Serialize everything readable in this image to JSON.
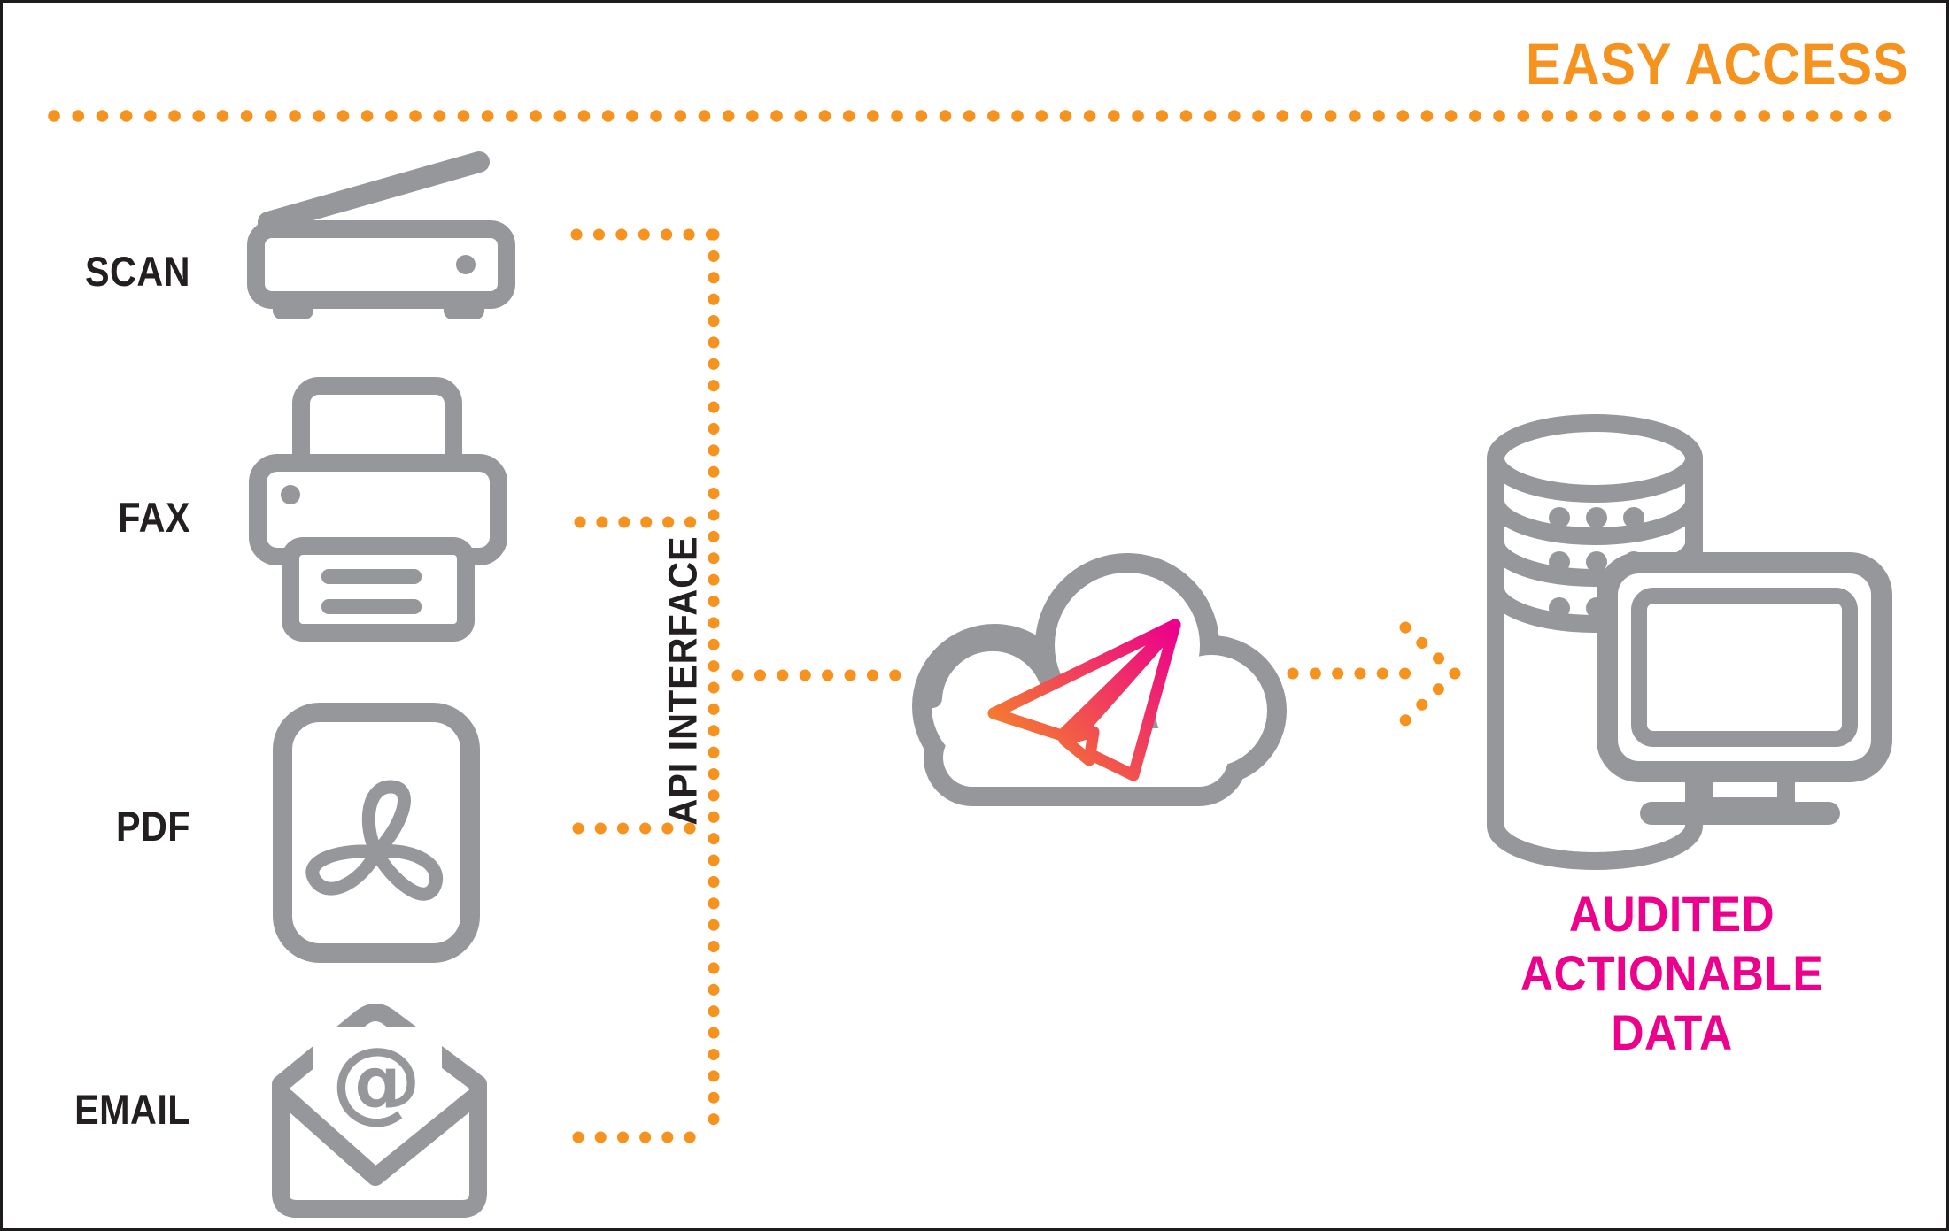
{
  "colors": {
    "orange": "#F6921E",
    "pink": "#EC008C",
    "gray": "#96979A",
    "ink": "#231F20"
  },
  "header": {
    "title": "EASY ACCESS"
  },
  "sources": [
    {
      "label": "SCAN",
      "icon": "scanner-icon"
    },
    {
      "label": "FAX",
      "icon": "fax-printer-icon"
    },
    {
      "label": "PDF",
      "icon": "pdf-document-icon"
    },
    {
      "label": "EMAIL",
      "icon": "email-envelope-icon",
      "at_symbol": "@"
    }
  ],
  "pipeline": {
    "api_label": "API INTERFACE",
    "cloud_icon": "cloud-paper-plane-icon",
    "arrow_icon": "dotted-arrow-right-icon"
  },
  "result": {
    "line1": "AUDITED",
    "line2": "ACTIONABLE DATA",
    "icons": [
      "database-icon",
      "computer-monitor-icon"
    ]
  }
}
